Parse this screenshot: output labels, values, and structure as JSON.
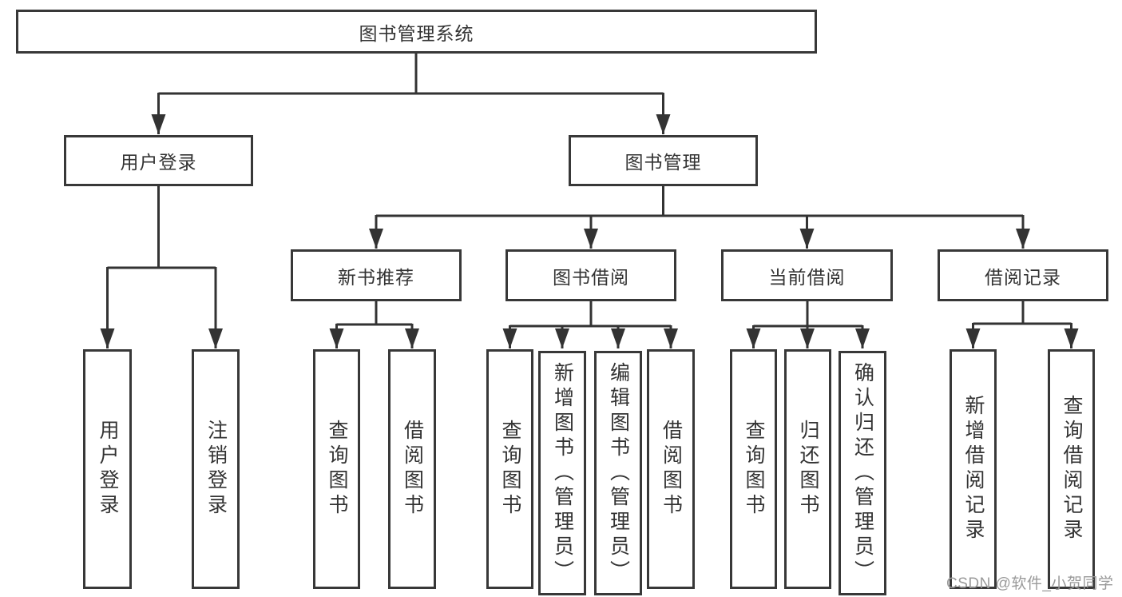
{
  "diagram": {
    "root": {
      "label": "图书管理系统"
    },
    "branches": [
      {
        "label": "用户登录",
        "children": [
          "用户登录",
          "注销登录"
        ]
      },
      {
        "label": "图书管理",
        "groups": [
          {
            "label": "新书推荐",
            "children": [
              "查询图书",
              "借阅图书"
            ]
          },
          {
            "label": "图书借阅",
            "children": [
              "查询图书",
              "新增图书（管理员）",
              "编辑图书（管理员）",
              "借阅图书"
            ]
          },
          {
            "label": "当前借阅",
            "children": [
              "查询图书",
              "归还图书",
              "确认归还（管理员）"
            ]
          },
          {
            "label": "借阅记录",
            "children": [
              "新增借阅记录",
              "查询借阅记录"
            ]
          }
        ]
      }
    ],
    "watermark": "CSDN @软件_小贺同学",
    "colors": {
      "line": "#333333",
      "box_border": "#383838",
      "text": "#333333",
      "watermark": "#9a9a9a",
      "background": "#ffffff"
    }
  }
}
